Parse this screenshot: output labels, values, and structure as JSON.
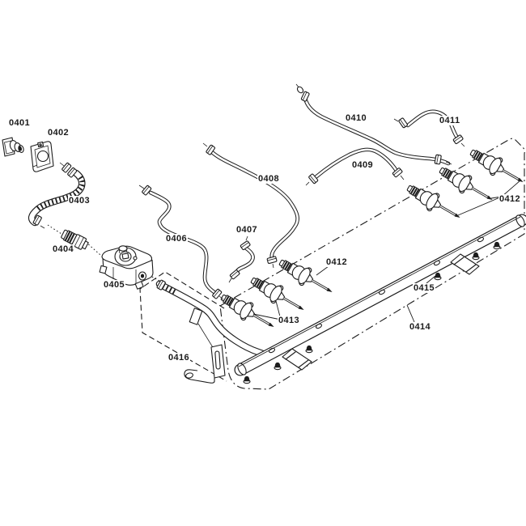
{
  "diagram": {
    "background_color": "#ffffff",
    "line_color": "#1c1c1c",
    "part_labels": [
      {
        "text": "0401"
      },
      {
        "text": "0402"
      },
      {
        "text": "0403"
      },
      {
        "text": "0404"
      },
      {
        "text": "0405"
      },
      {
        "text": "0406"
      },
      {
        "text": "0407"
      },
      {
        "text": "0408"
      },
      {
        "text": "0409"
      },
      {
        "text": "0410"
      },
      {
        "text": "0411"
      },
      {
        "text": "0412"
      },
      {
        "text": "0412"
      },
      {
        "text": "0413"
      },
      {
        "text": "0414"
      },
      {
        "text": "0415"
      },
      {
        "text": "0416"
      }
    ]
  }
}
